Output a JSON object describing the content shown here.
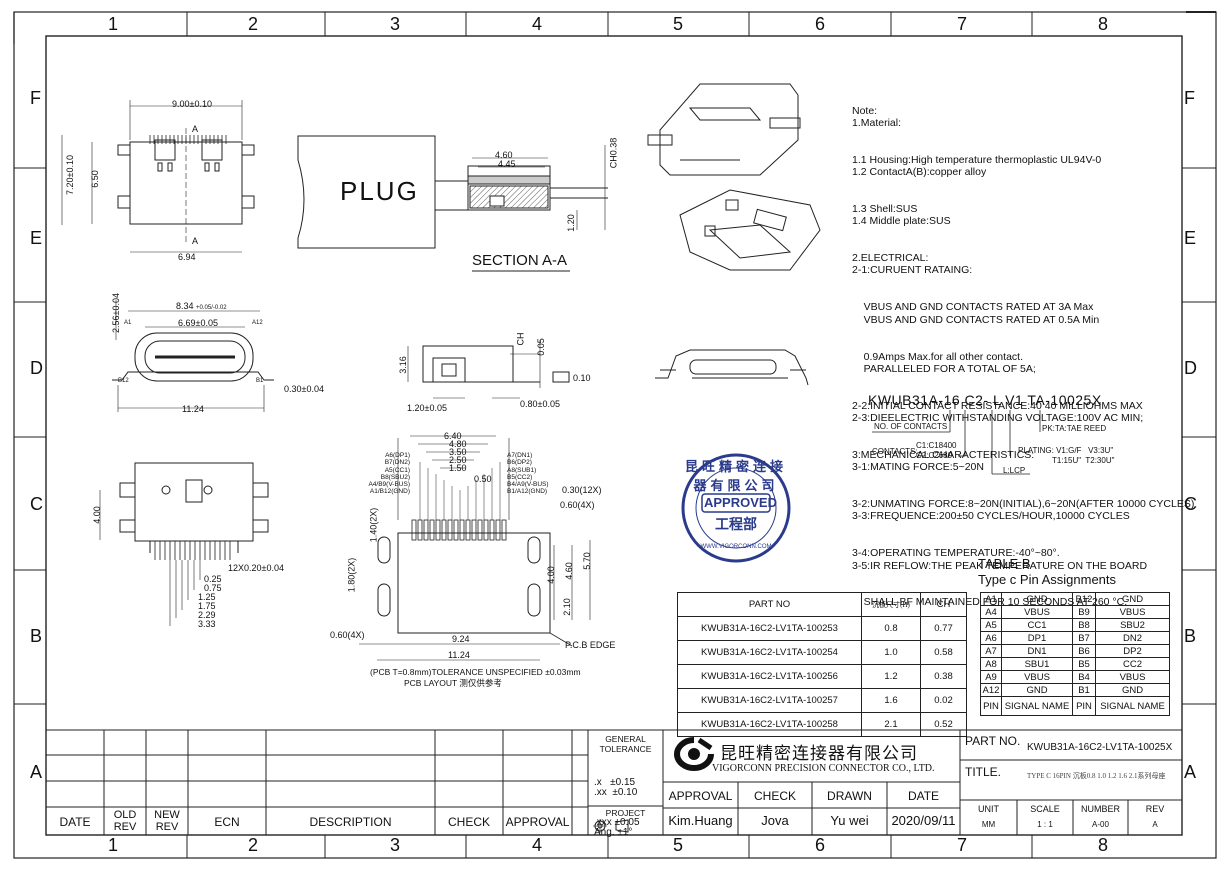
{
  "border": {
    "top_numbers": [
      "1",
      "2",
      "3",
      "4",
      "5",
      "6",
      "7",
      "8"
    ],
    "bottom_numbers": [
      "1",
      "2",
      "3",
      "4",
      "5",
      "6",
      "7",
      "8"
    ],
    "left_letters": [
      "F",
      "E",
      "D",
      "C",
      "B",
      "A"
    ],
    "right_letters": [
      "F",
      "E",
      "D",
      "C",
      "B",
      "A"
    ]
  },
  "notes": {
    "lines": [
      "Note:",
      "1.Material:",
      "1.1 Housing:High temperature thermoplastic UL94V-0",
      "1.2 ContactA(B):copper alloy",
      "1.3 Shell:SUS",
      "1.4 Middle plate:SUS",
      "2.ELECTRICAL:",
      "2-1:CURUENT RATAING:",
      "    VBUS AND GND CONTACTS RATED AT 3A Max",
      "    VBUS AND GND CONTACTS RATED AT 0.5A Min",
      "    0.9Amps Max.for all other contact.",
      "    PARALLELED FOR A TOTAL OF 5A;",
      "2-2:INITIAL CONTACT RESISTANCE:40 40 MILLIOHMS MAX",
      "2-3:DIEELECTRIC WITHSTANDING VOLTAGE:100V AC MIN;",
      "3:MECHANICAL CHARACTERISTICS:",
      "3-1:MATING FORCE:5~20N",
      "3-2:UNMATING FORCE:8~20N(INITIAL),6~20N(AFTER 10000 CYCLES)",
      "3-3:FREQUENCE:200±50 CYCLES/HOUR,10000 CYCLES",
      "3-4:OPERATING TEMPERATURE:-40°~80°.",
      "3-5:IR REFLOW:THE PEAK TEMPERATURE ON THE BOARD",
      "    SHALL BF MAINTAINED FOR 10 SECONDS AT 260 °C."
    ]
  },
  "views": {
    "plug_label": "PLUG",
    "section_label": "SECTION A-A",
    "top_view": {
      "width_top": "9.00±0.10",
      "width_bottom": "6.94",
      "h1": "7.20±0.10",
      "h2": "6.50",
      "sect_a": "A",
      "sect_a2": "A"
    },
    "section": {
      "d1": "4.60",
      "d2": "4.45",
      "ch": "CH0.38",
      "d3": "1.20"
    },
    "front": {
      "w1": "8.34",
      "w1_tol": "+0.05/-0.02",
      "w2": "6.69±0.05",
      "w3": "11.24",
      "h": "2.56±0.04",
      "t": "0.30±0.04",
      "a1": "A1",
      "a12": "A12",
      "b12": "B12",
      "b1": "B1"
    },
    "side": {
      "h": "3.16",
      "ch": "CH",
      "h2": "0.05",
      "flat": "0.10",
      "w1": "1.20±0.05",
      "w2": "0.80±0.05"
    },
    "bottom": {
      "h": "4.00",
      "pitch": "12X0.20±0.04",
      "offsets": [
        "0.25",
        "0.75",
        "1.25",
        "1.75",
        "2.29",
        "3.33"
      ]
    },
    "layout": {
      "top_dims": [
        "6.40",
        "4.80",
        "3.50",
        "2.50",
        "1.50",
        "0.50"
      ],
      "left_pins": [
        "A6(DP1)",
        "B7(DN2)",
        "A5(CC1)",
        "B8(SBU2)",
        "A4/B9(V-BUS)",
        "A1/B12(GND)"
      ],
      "right_pins": [
        "A7(DN1)",
        "B6(DP2)",
        "A8(SUB1)",
        "B5(CC2)",
        "B4/A9(V-BUS)",
        "B1/A12(GND)"
      ],
      "d_030": "0.30(12X)",
      "d_060": "0.60(4X)",
      "d_140": "1.40(2X)",
      "d_180": "1.80(2X)",
      "d_400": "4.00",
      "d_460": "4.60",
      "d_570": "5.70",
      "d_210": "2.10",
      "d_060b": "0.60(4X)",
      "d_924": "9.24",
      "d_1124": "11.24",
      "pcb_edge": "P.C.B EDGE",
      "tol_note": "(PCB T=0.8mm)TOLERANCE UNSPECIFIED ±0.03mm",
      "pcb_layout": "PCB LAYOUT 测仅供参考"
    }
  },
  "stamp": {
    "outer_text": "昆旺精密连接器有限公司",
    "approved": "APPROVED",
    "dept": "工程部",
    "url": "WWW.VIGORCONN.COM"
  },
  "part_code": {
    "code": "KWUB31A-16 C2- L V1 TA-10025X",
    "pk": "PK:TA:TAE REED",
    "num_contacts": "NO. OF CONTACTS",
    "contacts_label": "CONTACTS:",
    "c1": "C1:C18400",
    "c2": "C2:C2680",
    "plating": "PLATING: V1:G/F   V3:3U\"",
    "plating2": "T1:15U\"  T2:30U\"",
    "lcp": "L:LCP"
  },
  "part_table": {
    "headers": [
      "PART NO",
      "沉板尺寸(H)",
      "CH"
    ],
    "rows": [
      [
        "KWUB31A-16C2-LV1TA-100253",
        "0.8",
        "0.77"
      ],
      [
        "KWUB31A-16C2-LV1TA-100254",
        "1.0",
        "0.58"
      ],
      [
        "KWUB31A-16C2-LV1TA-100256",
        "1.2",
        "0.38"
      ],
      [
        "KWUB31A-16C2-LV1TA-100257",
        "1.6",
        "0.02"
      ],
      [
        "KWUB31A-16C2-LV1TA-100258",
        "2.1",
        "0.52"
      ]
    ]
  },
  "pin_table": {
    "title": "TABLE B",
    "subtitle": "Type c Pin Assignments",
    "rows": [
      [
        "A1",
        "GND",
        "B12",
        "GND"
      ],
      [
        "A4",
        "VBUS",
        "B9",
        "VBUS"
      ],
      [
        "A5",
        "CC1",
        "B8",
        "SBU2"
      ],
      [
        "A6",
        "DP1",
        "B7",
        "DN2"
      ],
      [
        "A7",
        "DN1",
        "B6",
        "DP2"
      ],
      [
        "A8",
        "SBU1",
        "B5",
        "CC2"
      ],
      [
        "A9",
        "VBUS",
        "B4",
        "VBUS"
      ],
      [
        "A12",
        "GND",
        "B1",
        "GND"
      ]
    ],
    "footer": [
      "PIN",
      "SIGNAL NAME",
      "PIN",
      "SIGNAL NAME"
    ]
  },
  "title_block": {
    "rev_headers": [
      "DATE",
      "OLD REV",
      "NEW REV",
      "ECN",
      "DESCRIPTION",
      "CHECK",
      "APPROVAL"
    ],
    "general_tol": "GENERAL TOLERANCE",
    "tol_x": ".x   ±0.15",
    "tol_xx": ".xx  ±0.10",
    "tol_xxx": ".xxx ±0.05",
    "tol_ang": "Ang. ±1°",
    "project": "PROJECT",
    "company_cn": "昆旺精密连接器有限公司",
    "company_en": "VIGORCONN PRECISION CONNECTOR CO., LTD.",
    "approval_h": "APPROVAL",
    "check_h": "CHECK",
    "drawn_h": "DRAWN",
    "date_h": "DATE",
    "approval_v": "Kim.Huang",
    "check_v": "Jova",
    "drawn_v": "Yu wei",
    "date_v": "2020/09/11",
    "part_no_label": "PART NO.",
    "part_no_value": "KWUB31A-16C2-LV1TA-10025X",
    "title_label": "TITLE.",
    "title_value": "TYPE C 16PIN 沉板0.8 1.0 1.2 1.6 2.1系列母座",
    "unit_h": "UNIT",
    "scale_h": "SCALE",
    "number_h": "NUMBER",
    "rev_h": "REV",
    "unit_v": "MM",
    "scale_v": "1 : 1",
    "number_v": "A-00",
    "rev_v": "A"
  }
}
